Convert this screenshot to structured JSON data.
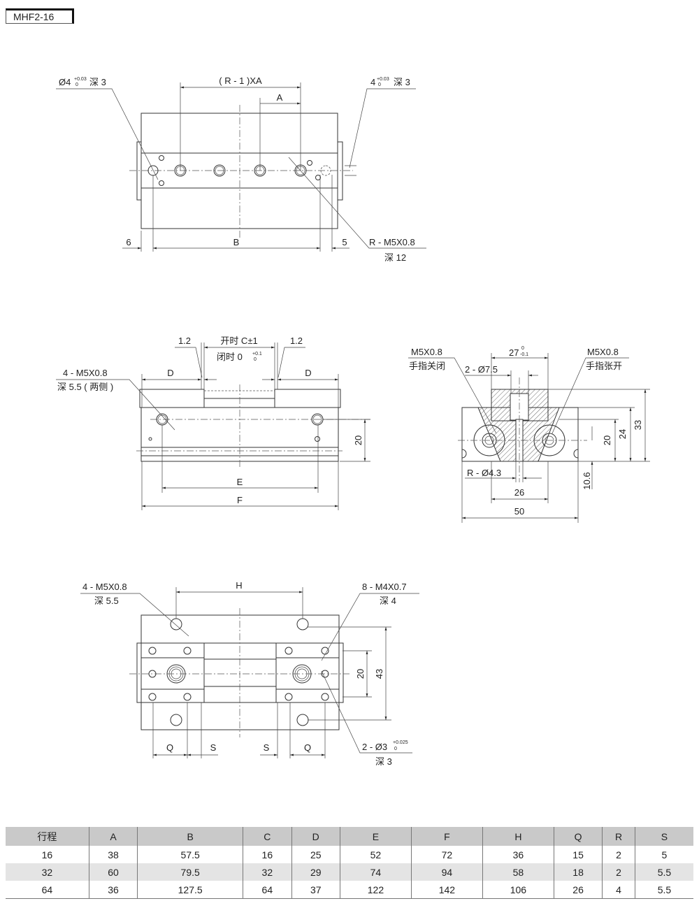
{
  "model": "MHF2-16",
  "top_view": {
    "pin_hole_label": "Ø4",
    "pin_hole_tol_upper": "+0.03",
    "pin_hole_tol_lower": "0",
    "pin_hole_depth": "深 3",
    "pitch_label": "( R - 1 )XA",
    "a_label": "A",
    "slot_label": "4",
    "slot_tol_upper": "+0.03",
    "slot_tol_lower": "0",
    "slot_depth": "深 3",
    "dim_left": "6",
    "dim_b": "B",
    "dim_right": "5",
    "thread_label": "R - M5X0.8",
    "thread_depth": "深 12"
  },
  "front_view": {
    "gap_left": "1.2",
    "gap_right": "1.2",
    "open_label": "开时 C±1",
    "closed_label": "闭时 0",
    "closed_tol_upper": "+0.1",
    "closed_tol_lower": "0",
    "thread_label": "4 - M5X0.8",
    "thread_depth": "深 5.5 ( 两侧 )",
    "dim_d_left": "D",
    "dim_d_right": "D",
    "dim_20": "20",
    "dim_e": "E",
    "dim_f": "F"
  },
  "side_view": {
    "port_close_label": "M5X0.8",
    "port_close_desc": "手指关闭",
    "port_open_label": "M5X0.8",
    "port_open_desc": "手指张开",
    "dim_27": "27",
    "dim_27_tol_upper": "0",
    "dim_27_tol_lower": "-0.1",
    "counterbore_label": "2 - Ø7.5",
    "through_hole_label": "R - Ø4.3",
    "dim_26": "26",
    "dim_50": "50",
    "dim_20": "20",
    "dim_24": "24",
    "dim_33": "33",
    "dim_10_6": "10.6"
  },
  "bottom_view": {
    "thread_label": "4 - M5X0.8",
    "thread_depth": "深 5.5",
    "dim_h": "H",
    "jaw_thread_label": "8 - M4X0.7",
    "jaw_thread_depth": "深 4",
    "dim_20": "20",
    "dim_43": "43",
    "dim_q_left": "Q",
    "dim_s_left": "S",
    "dim_s_right": "S",
    "dim_q_right": "Q",
    "pin_label": "2 - Ø3",
    "pin_tol_upper": "+0.025",
    "pin_tol_lower": "0",
    "pin_depth": "深 3"
  },
  "table": {
    "headers": [
      "行程",
      "A",
      "B",
      "C",
      "D",
      "E",
      "F",
      "H",
      "Q",
      "R",
      "S"
    ],
    "rows": [
      [
        "16",
        "38",
        "57.5",
        "16",
        "25",
        "52",
        "72",
        "36",
        "15",
        "2",
        "5"
      ],
      [
        "32",
        "60",
        "79.5",
        "32",
        "29",
        "74",
        "94",
        "58",
        "18",
        "2",
        "5.5"
      ],
      [
        "64",
        "36",
        "127.5",
        "64",
        "37",
        "122",
        "142",
        "106",
        "26",
        "4",
        "5.5"
      ]
    ]
  }
}
